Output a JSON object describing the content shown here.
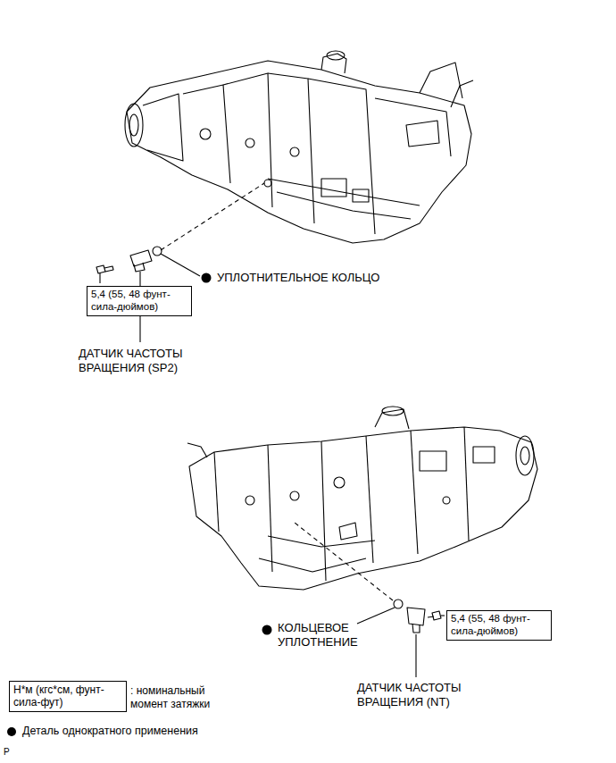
{
  "diagram": {
    "nodes": [
      {
        "text": [
          "5,4 (55, 48 фунт-сила-дюймов)"
        ]
      },
      {
        "text": [
          "5,4 (55, 48 фунт-сила-дюймов)"
        ]
      },
      {
        "text": [
          "Н*м (кгс*см, фунт-сила-фут)"
        ]
      }
    ],
    "labels": [
      "УПЛОТНИТЕЛЬНОЕ КОЛЬЦО",
      "ДАТЧИК ЧАСТОТЫ ВРАЩЕНИЯ (SP2)",
      "КОЛЬЦЕВОЕ УПЛОТНЕНИЕ",
      "ДАТЧИК ЧАСТОТЫ ВРАЩЕНИЯ (NT)",
      ": номинальный момент затяжки",
      "P"
    ],
    "legend": [
      {
        "text": "Деталь однократного применения"
      }
    ]
  }
}
